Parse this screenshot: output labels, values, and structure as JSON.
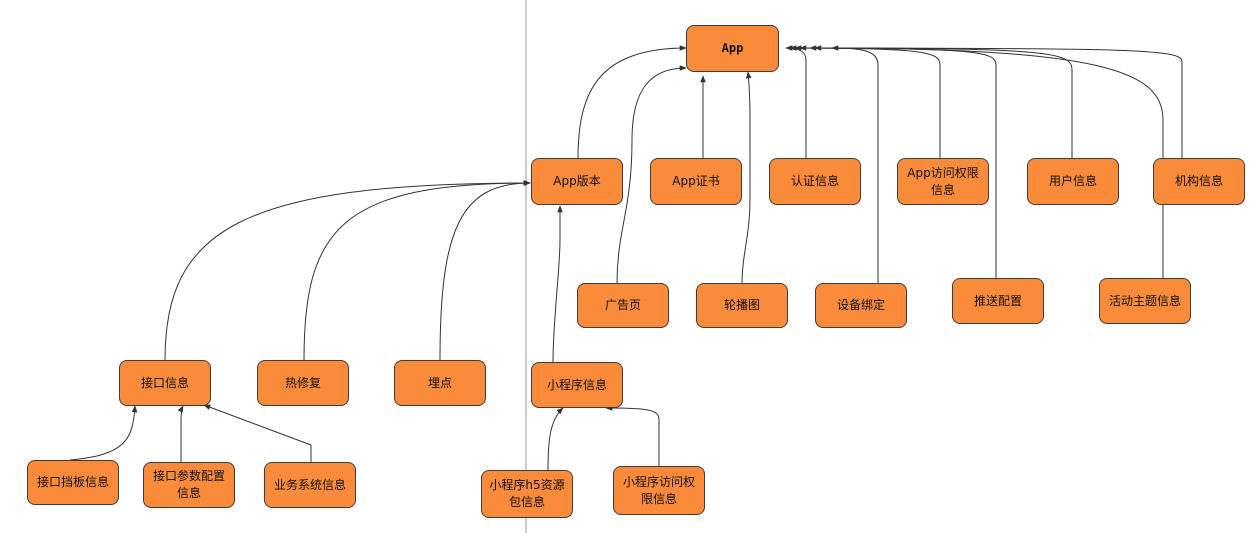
{
  "colors": {
    "node_fill": "#f98b3a",
    "node_border": "#3c3c3c",
    "edge": "#333333",
    "divider": "#9a9a9a"
  },
  "nodes": {
    "app": "App",
    "app_version": "App版本",
    "app_cert": "App证书",
    "auth_info": "认证信息",
    "app_access": "App访问权限信息",
    "user_info": "用户信息",
    "org_info": "机构信息",
    "ad_page": "广告页",
    "carousel": "轮播图",
    "device_binding": "设备绑定",
    "push_config": "推送配置",
    "activity_theme": "活动主题信息",
    "interface_info": "接口信息",
    "hotfix": "热修复",
    "tracking": "埋点",
    "mini_program_info": "小程序信息",
    "interface_baffle": "接口挡板信息",
    "interface_param_config": "接口参数配置信息",
    "business_system": "业务系统信息",
    "mini_h5_package": "小程序h5资源包信息",
    "mini_access": "小程序访问权限信息"
  }
}
